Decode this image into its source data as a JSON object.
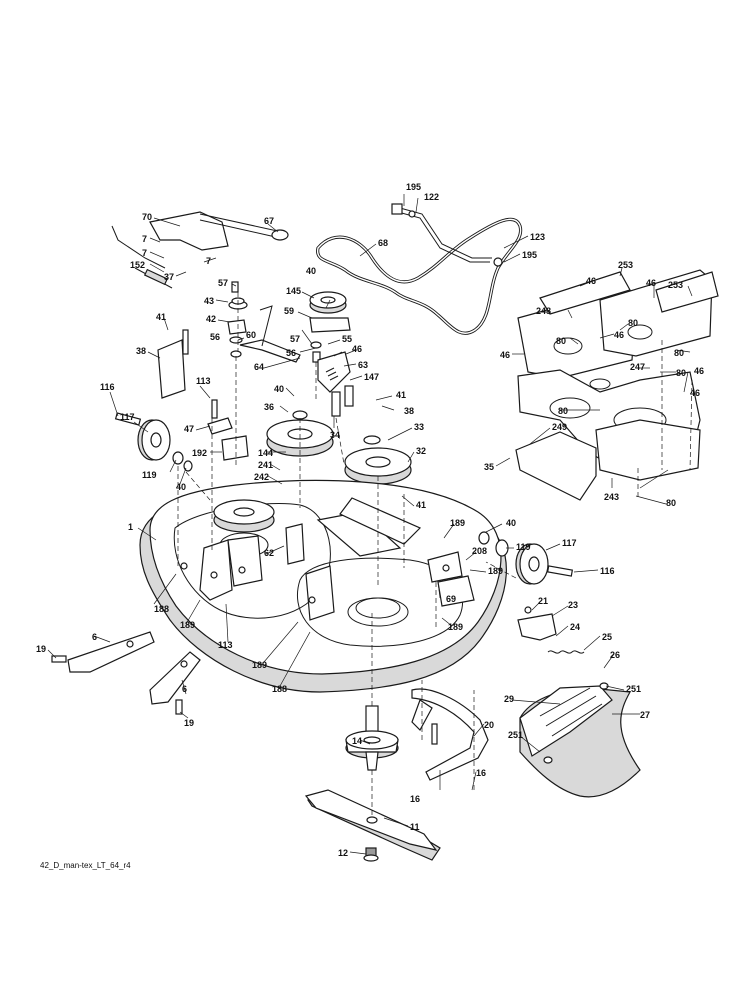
{
  "diagram": {
    "footer_code": "42_D_man-tex_LT_64_r4",
    "callouts": [
      "195",
      "122",
      "123",
      "195",
      "68",
      "70",
      "67",
      "7",
      "7",
      "152",
      "7",
      "37",
      "57",
      "43",
      "42",
      "60",
      "56",
      "41",
      "38",
      "145",
      "59",
      "40",
      "57",
      "55",
      "56",
      "46",
      "63",
      "64",
      "147",
      "41",
      "38",
      "116",
      "117",
      "113",
      "47",
      "40",
      "36",
      "34",
      "33",
      "119",
      "192",
      "144",
      "32",
      "40",
      "241",
      "242",
      "41",
      "1",
      "189",
      "40",
      "119",
      "117",
      "208",
      "189",
      "116",
      "62",
      "188",
      "189",
      "113",
      "69",
      "189",
      "21",
      "23",
      "24",
      "25",
      "19",
      "6",
      "6",
      "19",
      "189",
      "188",
      "26",
      "251",
      "29",
      "27",
      "20",
      "251",
      "14",
      "16",
      "16",
      "11",
      "12",
      "253",
      "46",
      "253",
      "46",
      "248",
      "80",
      "46",
      "80",
      "46",
      "80",
      "247",
      "80",
      "46",
      "46",
      "80",
      "249",
      "35",
      "243",
      "80"
    ]
  }
}
